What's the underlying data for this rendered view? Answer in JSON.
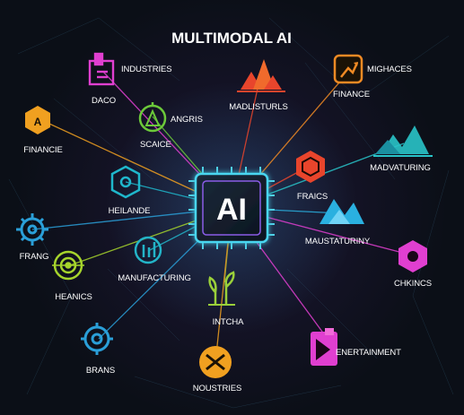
{
  "title": "MULTIMODAL AI",
  "hub": {
    "label": "AI"
  },
  "nodes": [
    {
      "id": "industries",
      "label": "INDUSTRIES",
      "color": "#e03fd0",
      "icon": "factory-icon"
    },
    {
      "id": "daco",
      "label": "DACO",
      "color": "#e03fd0",
      "icon": "factory-icon"
    },
    {
      "id": "madlisturls",
      "label": "MADLISTURLS",
      "color": "#e8452c",
      "icon": "mountains-icon"
    },
    {
      "id": "mighaces",
      "label": "MIGHACES",
      "color": "#f08a24",
      "icon": "growth-arrow-icon"
    },
    {
      "id": "finance-top",
      "label": "FINANCE",
      "color": "#f08a24",
      "icon": "growth-arrow-icon"
    },
    {
      "id": "financie",
      "label": "FINANCIE",
      "color": "#f0a020",
      "icon": "finance-emblem-icon"
    },
    {
      "id": "angris",
      "label": "ANGRIS",
      "color": "#6cc93a",
      "icon": "timer-icon"
    },
    {
      "id": "scaice",
      "label": "SCAICE",
      "color": "#6cc93a",
      "icon": "timer-icon"
    },
    {
      "id": "madvaturing",
      "label": "MADVATURING",
      "color": "#29c4c9",
      "icon": "peaks-icon"
    },
    {
      "id": "fraics",
      "label": "FRAICS",
      "color": "#e8452c",
      "icon": "hexagon-icon"
    },
    {
      "id": "heilande",
      "label": "HEILANDE",
      "color": "#1fb7cc",
      "icon": "hex-cog-icon"
    },
    {
      "id": "maustaturiny",
      "label": "MAUSTATURINY",
      "color": "#2ab0e0",
      "icon": "crystal-icon"
    },
    {
      "id": "frang",
      "label": "FRANG",
      "color": "#2a9fd8",
      "icon": "cog-icon"
    },
    {
      "id": "chkincs",
      "label": "CHKINCS",
      "color": "#e03fd0",
      "icon": "hex-flower-icon"
    },
    {
      "id": "manufacturing",
      "label": "MANUFACTURING",
      "color": "#23b4c8",
      "icon": "gauge-icon"
    },
    {
      "id": "heanics",
      "label": "HEANICS",
      "color": "#a6d42c",
      "icon": "target-icon"
    },
    {
      "id": "intcha",
      "label": "INTCHA",
      "color": "#9ad03a",
      "icon": "plant-icon"
    },
    {
      "id": "entertainment",
      "label": "ENERTAINMENT",
      "color": "#e03fd0",
      "icon": "entertainment-icon"
    },
    {
      "id": "brans",
      "label": "BRANS",
      "color": "#2a9fd8",
      "icon": "cog-icon"
    },
    {
      "id": "noustries",
      "label": "NOUSTRIES",
      "color": "#f0a020",
      "icon": "tools-icon"
    }
  ]
}
